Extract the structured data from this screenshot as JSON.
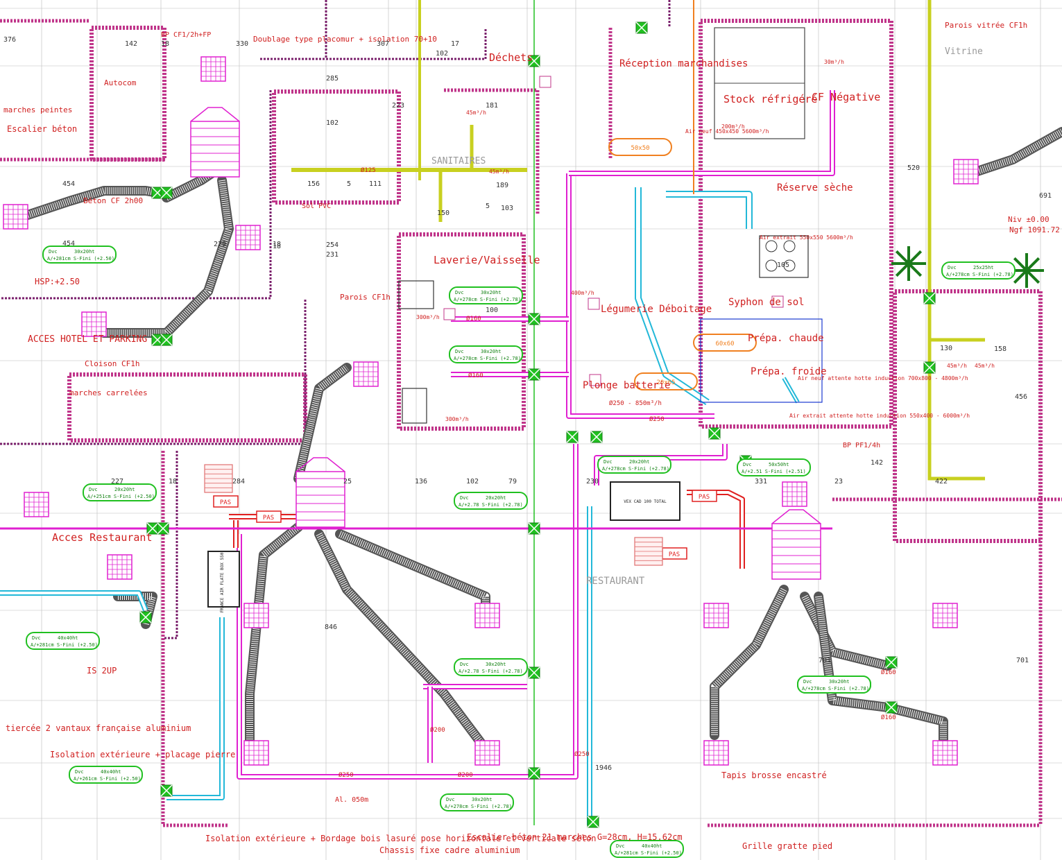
{
  "colors": {
    "wall": "#c0358a",
    "wall_dark": "#7a1f6b",
    "supply_duct": "#e020d0",
    "fresh_air": "#22b8d8",
    "extract": "#e02020",
    "damper": "#20c020",
    "label_red": "#d02020",
    "label_blue": "#1a3ad0",
    "label_orange": "#f08020",
    "line_yellow": "#d8d820",
    "grid_gray": "#bbbbbb",
    "gray_label": "#999999",
    "dark": "#333333"
  },
  "rooms": [
    "Déchets",
    "Réception marchandises",
    "Stock réfrigéré",
    "CF Négative",
    "SANITAIRES",
    "Laverie/Vaisselle",
    "Légumerie Déboitage",
    "Syphon de sol",
    "Prépa. chaude",
    "Prépa. froide",
    "Plonge batterie",
    "RESTAURANT",
    "Acces Restaurant",
    "ACCES HOTEL ET PARKING",
    "Escalier béton",
    "Réserve sèche",
    "Vitrine",
    "Tapis brosse encastré"
  ],
  "annotations": [
    "Parois CF1h",
    "Parois vitrée CF1h",
    "BP CF1/2h+FP",
    "Doublage type placomur + isolation 70+10",
    "Cloison CF1h",
    "HSP:+2.50",
    "Sol PVC",
    "Niv ±0.00",
    "Ngf 1091.72",
    "Air neuf 450x450 5600m³/h",
    "Air extrait 550x550 5600m³/h",
    "Air neuf attente hotte induction 700x800 - 4800m³/h",
    "Air extrait attente hotte induction 550x400 - 6000m³/h",
    "Isolation extérieure + Bordage bois lasuré pose horizontale et verticale selon",
    "Chassis fixe cadre aluminium",
    "Escalier béton 21 marches G=28cm, H=15.62cm",
    "Grille gratte pied",
    "Isolation extérieure + placage pierre",
    "Autocom",
    "marches peintes",
    "Béton CF 2h00",
    "marches carrelées",
    "tiercée 2 vantaux française aluminium",
    "BP PF1/4h",
    "IS 2UP",
    "Al. 050m"
  ],
  "dimensions": [
    "376",
    "142",
    "18",
    "330",
    "307",
    "102",
    "17",
    "285",
    "223",
    "181",
    "102",
    "156",
    "5",
    "111",
    "189",
    "5",
    "103",
    "454",
    "454",
    "229",
    "18",
    "254",
    "231",
    "227",
    "18",
    "284",
    "25",
    "136",
    "102",
    "79",
    "230",
    "331",
    "23",
    "142",
    "456",
    "422",
    "158",
    "1946",
    "846",
    "701",
    "701",
    "691",
    "520",
    "18",
    "105",
    "100",
    "150",
    "130"
  ],
  "tags": [
    {
      "type": "Dvc",
      "size": "30x20ht",
      "spec": "A/+281cm S-Fini (+2.50)"
    },
    {
      "type": "Dvc",
      "size": "20x20ht",
      "spec": "A/+251cm S-Fini (+2.50)"
    },
    {
      "type": "Dvc",
      "size": "40x40ht",
      "spec": "A/+281cm S-Fini (+2.50)"
    },
    {
      "type": "Dvc",
      "size": "40x40ht",
      "spec": "A/+261cm S-Fini (+2.50)"
    },
    {
      "type": "Dvc",
      "size": "30x20ht",
      "spec": "A/+278cm S-Fini (+2.78)"
    },
    {
      "type": "Dvc",
      "size": "30x20ht",
      "spec": "A/+278cm S-Fini (+2.78)"
    },
    {
      "type": "Dvc",
      "size": "20x20ht",
      "spec": "A/+2.78 S-Fini (+2.78)"
    },
    {
      "type": "Dvc",
      "size": "30x20ht",
      "spec": "A/+2.78 S-Fini (+2.78)"
    },
    {
      "type": "Dvc",
      "size": "30x20ht",
      "spec": "A/+278cm S-Fini (+2.78)"
    },
    {
      "type": "Dvc",
      "size": "20x20ht",
      "spec": "A/+278cm S-Fini (+2.78)"
    },
    {
      "type": "Dvc",
      "size": "30x20ht",
      "spec": "A/+278cm S-Fini (+2.78)"
    },
    {
      "type": "Dvc",
      "size": "50x50ht",
      "spec": "A/+2.51 S-Fini (+2.51)"
    },
    {
      "type": "Dvc",
      "size": "25x25ht",
      "spec": "A/+278cm S-Fini (+2.78)"
    },
    {
      "type": "Dvc",
      "size": "30x20ht",
      "spec": "A/+278cm S-Fini (+2.78)"
    },
    {
      "type": "Dvc",
      "size": "40x40ht",
      "spec": "A/+281cm S-Fini (+2.50)"
    }
  ],
  "duct_labels": [
    "Ø250",
    "Ø200",
    "Ø160",
    "Ø125",
    "Ø250 - 850m³/h",
    "Ø250",
    "Ø200",
    "Ø250",
    "Ø160",
    "Ø160",
    "Ø160"
  ],
  "flow_labels": [
    "300m³/h",
    "300m³/h",
    "45m³/h",
    "45m³/h",
    "45m³/h",
    "45m³/h",
    "30m³/h",
    "200m³/h",
    "400m³/h"
  ],
  "orange_tags": [
    "50x50",
    "60x60",
    "20x65"
  ],
  "equipment": [
    {
      "id": "cta-1",
      "label": "FRANCE AIR FLATE BOX 550"
    },
    {
      "id": "cta-2",
      "label": "VEX CAD 100 TOTAL"
    },
    {
      "id": "pas-1",
      "label": "PAS"
    },
    {
      "id": "pas-2",
      "label": "PAS"
    },
    {
      "id": "pas-3",
      "label": "PAS"
    },
    {
      "id": "pas-4",
      "label": "PAS"
    }
  ]
}
